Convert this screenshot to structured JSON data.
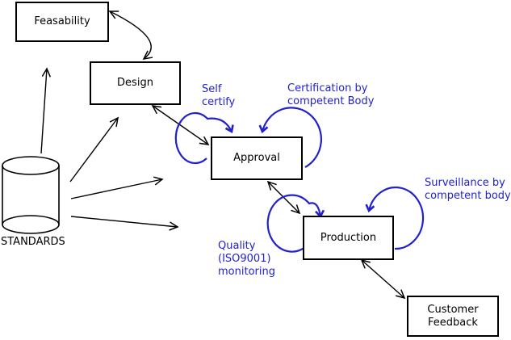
{
  "diagram": {
    "colors": {
      "background": "#ffffff",
      "ink": "#000000",
      "accent_blue": "#2222cc"
    },
    "nodes": [
      {
        "id": "feasability",
        "label": "Feasability"
      },
      {
        "id": "design",
        "label": "Design"
      },
      {
        "id": "approval",
        "label": "Approval"
      },
      {
        "id": "production",
        "label": "Production"
      },
      {
        "id": "customer-feedback",
        "label": "Customer\nFeedback"
      }
    ],
    "datastore": {
      "label": "STANDARDS"
    },
    "annotations": [
      {
        "id": "self-certify",
        "on": "approval",
        "text": "Self\ncertify"
      },
      {
        "id": "certification",
        "on": "approval",
        "text": "Certification by\ncompetent Body"
      },
      {
        "id": "quality-monitoring",
        "on": "production",
        "text": "Quality\n(ISO9001)\nmonitoring"
      },
      {
        "id": "surveillance",
        "on": "production",
        "text": "Surveillance by\ncompetent body"
      }
    ],
    "edges": [
      {
        "from": "feasability",
        "to": "design",
        "bidirectional": true
      },
      {
        "from": "design",
        "to": "approval",
        "bidirectional": true
      },
      {
        "from": "approval",
        "to": "production",
        "bidirectional": true
      },
      {
        "from": "production",
        "to": "customer-feedback",
        "bidirectional": true
      },
      {
        "from": "standards",
        "to": "feasability",
        "bidirectional": false
      },
      {
        "from": "standards",
        "to": "design",
        "bidirectional": false
      },
      {
        "from": "standards",
        "to": "approval",
        "bidirectional": false
      },
      {
        "from": "standards",
        "to": "production",
        "bidirectional": false
      }
    ]
  }
}
